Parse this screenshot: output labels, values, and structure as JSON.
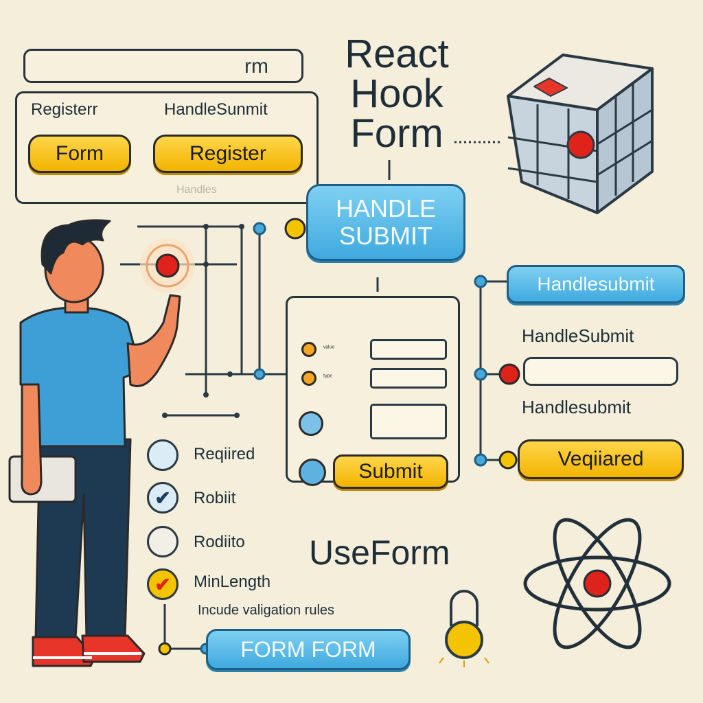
{
  "title": {
    "line1": "React",
    "line2": "Hook",
    "line3": "Form"
  },
  "top_bar": {
    "text": "rm"
  },
  "top_panel": {
    "label_left": "Registerr",
    "label_right": "HandleSunmit",
    "buttons": [
      "Form",
      "Register"
    ],
    "faint_text": "Handles"
  },
  "handle_submit_tag": {
    "line1": "HANDLE",
    "line2": "SUBMIT"
  },
  "form_panel": {
    "row_labels": [
      "ᵛᵃˡᵘᵉ",
      "ᵗʸᵖᵉ"
    ],
    "submit": "Submit"
  },
  "right_column": {
    "pill_top": "Handlesubmit",
    "label_1": "HandleSubmit",
    "label_2": "Handlesubmit",
    "pill_bottom": "Veqiiared"
  },
  "validation_list": {
    "items": [
      {
        "label": "Reqiired",
        "mark": ""
      },
      {
        "label": "Robiit",
        "mark": "✔"
      },
      {
        "label": "Rodiito",
        "mark": ""
      },
      {
        "label": "MinLength",
        "mark": "✔"
      }
    ],
    "caption": "Incude valigation rules"
  },
  "bottom_button": "FORM FORM",
  "useform_label": "UseForm",
  "colors": {
    "background": "#f4eedb",
    "accent_blue": "#3fa9df",
    "accent_yellow": "#f5c400",
    "accent_red": "#e0231a",
    "ink": "#1f2f3a"
  },
  "icons": [
    "cube-icon",
    "atom-icon",
    "padlock-icon",
    "pointer-button-icon"
  ]
}
